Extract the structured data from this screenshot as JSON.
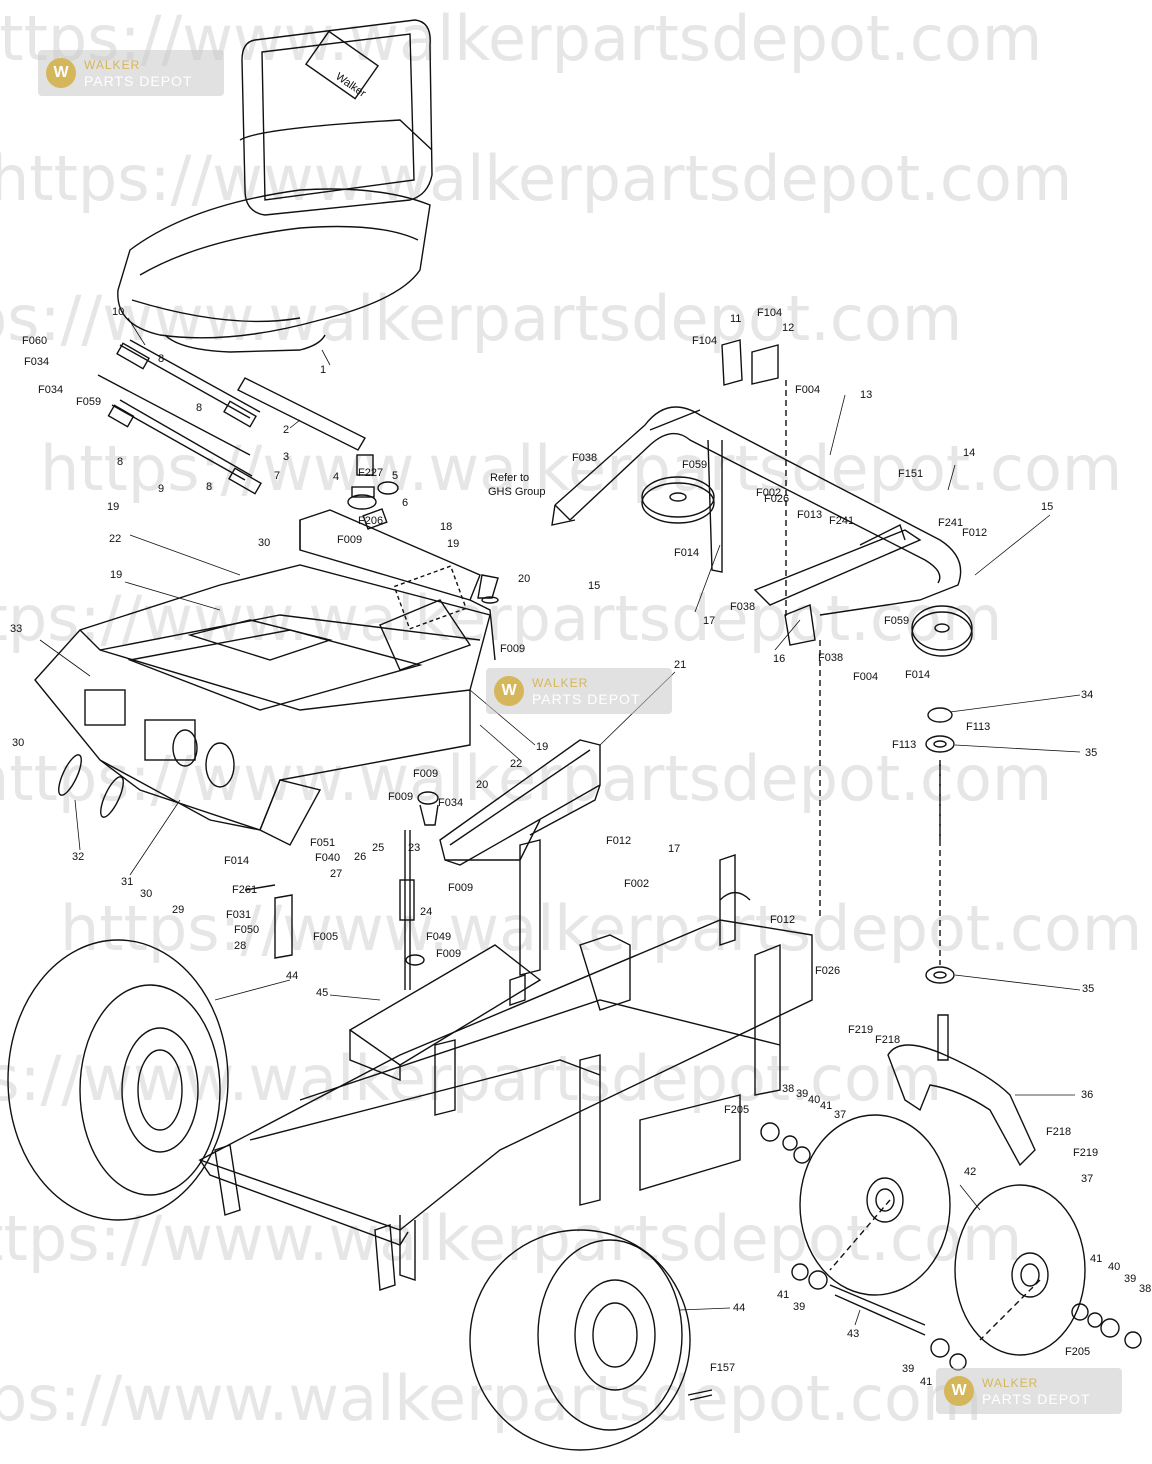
{
  "watermark": {
    "text": "https://www.walkerpartsdepot.com",
    "badge_line1": "WALKER",
    "badge_line2": "PARTS DEPOT",
    "badge_logo": "W"
  },
  "seat_brand": "Walker",
  "refer_note": [
    "Refer to",
    "GHS Group"
  ],
  "colors": {
    "line": "#111111",
    "watermark": "#e6e6e6",
    "badge_gold": "#d6b65a"
  },
  "labels": [
    "F060",
    "F034",
    "F034",
    "F059",
    "10",
    "8",
    "8",
    "1",
    "2",
    "3",
    "F227",
    "4",
    "5",
    "6",
    "F206",
    "F009",
    "7",
    "8",
    "8",
    "9",
    "18",
    "19",
    "19",
    "30",
    "22",
    "19",
    "F009",
    "33",
    "30",
    "32",
    "31",
    "30",
    "F014",
    "F261",
    "F051",
    "F040",
    "27",
    "29",
    "F031",
    "F050",
    "28",
    "F005",
    "F009",
    "20",
    "F034",
    "F009",
    "25",
    "26",
    "23",
    "F009",
    "24",
    "F049",
    "F009",
    "21",
    "F012",
    "22",
    "19",
    "20",
    "11",
    "F104",
    "F104",
    "12",
    "F004",
    "13",
    "F038",
    "F059",
    "F002",
    "F026",
    "F013",
    "F241",
    "15",
    "F014",
    "17",
    "F038",
    "F151",
    "14",
    "F241",
    "F012",
    "15",
    "16",
    "F038",
    "F004",
    "F059",
    "F014",
    "34",
    "F113",
    "F113",
    "35",
    "17",
    "F002",
    "F012",
    "F026",
    "35",
    "44",
    "45",
    "F219",
    "F218",
    "36",
    "38",
    "39",
    "40",
    "41",
    "F205",
    "37",
    "F218",
    "F219",
    "37",
    "42",
    "41",
    "39",
    "43",
    "39",
    "41",
    "44",
    "F157",
    "41",
    "40",
    "39",
    "38",
    "F205"
  ]
}
